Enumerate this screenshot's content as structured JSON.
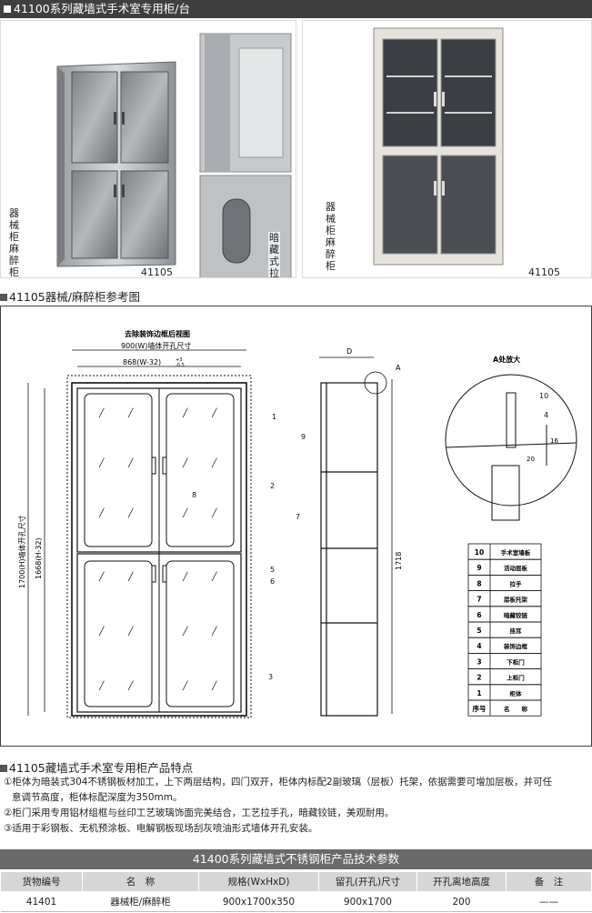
{
  "header": {
    "title": "41100系列藏墙式手术室专用柜/台"
  },
  "photos": {
    "left": {
      "side_label": "器械柜麻醉柜",
      "model": "41105",
      "hinge_label": "暗藏式拉手"
    },
    "right": {
      "side_label": "器械柜麻醉柜",
      "model": "41105"
    }
  },
  "drawing_section": {
    "title": "41105器械/麻醉柜参考图"
  },
  "drawing": {
    "front_title": "去除装饰边框后视图",
    "dim_overall": "900(W)墙体开孔尺寸",
    "dim_inner_base": "868(W-32)",
    "dim_inner_tol_top": "+3",
    "dim_inner_tol_bottom": "-0.5",
    "dim_height_outer": "1700(H)墙体开孔尺寸",
    "dim_height_inner": "1668(H-32)",
    "dim_side_height": "1718",
    "dim_side_depth": "D",
    "callout_a": "A",
    "detail_title": "A处放大",
    "detail_dim_16": "16",
    "detail_dim_20": "20",
    "callouts": [
      "1",
      "2",
      "3",
      "4",
      "5",
      "6",
      "7",
      "8",
      "9",
      "10"
    ],
    "parts_table": [
      {
        "no": "10",
        "name": "手术室墙板"
      },
      {
        "no": "9",
        "name": "活动层板"
      },
      {
        "no": "8",
        "name": "拉手"
      },
      {
        "no": "7",
        "name": "层板托架"
      },
      {
        "no": "6",
        "name": "暗藏铰链"
      },
      {
        "no": "5",
        "name": "挂耳"
      },
      {
        "no": "4",
        "name": "装饰边框"
      },
      {
        "no": "3",
        "name": "下柜门"
      },
      {
        "no": "2",
        "name": "上柜门"
      },
      {
        "no": "1",
        "name": "柜体"
      },
      {
        "no": "序号",
        "name": "名　　称"
      }
    ]
  },
  "features_section": {
    "title": "41105藏墙式手术室专用柜产品特点",
    "items": [
      "①柜体为暗装式304不锈钢板材加工，上下两层结构，四门双开，柜体内标配2副玻璃（层板）托架，依据需要可增加层板，并可任",
      "意调节高度，柜体标配深度为350mm。",
      "②柜门采用专用铝材组框与丝印工艺玻璃饰面完美结合，工艺拉手孔，暗藏铰链，美观耐用。",
      "③适用于彩钢板、无机预涂板、电解钢板现场刮灰喷油形式墙体开孔安装。"
    ]
  },
  "spec_table": {
    "title": "41400系列藏墙式不锈钢柜产品技术参数",
    "headers": [
      "货物编号",
      "名　称",
      "规格(WxHxD)",
      "留孔(开孔)尺寸",
      "开孔离地高度",
      "备　注"
    ],
    "rows": [
      [
        "41401",
        "器械柜/麻醉柜",
        "900x1700x350",
        "900x1700",
        "200",
        "——"
      ]
    ]
  },
  "colors": {
    "title_bar": "#3f3f3f",
    "spec_title": "#6a6a6a",
    "table_header": "#d6d6d6"
  }
}
